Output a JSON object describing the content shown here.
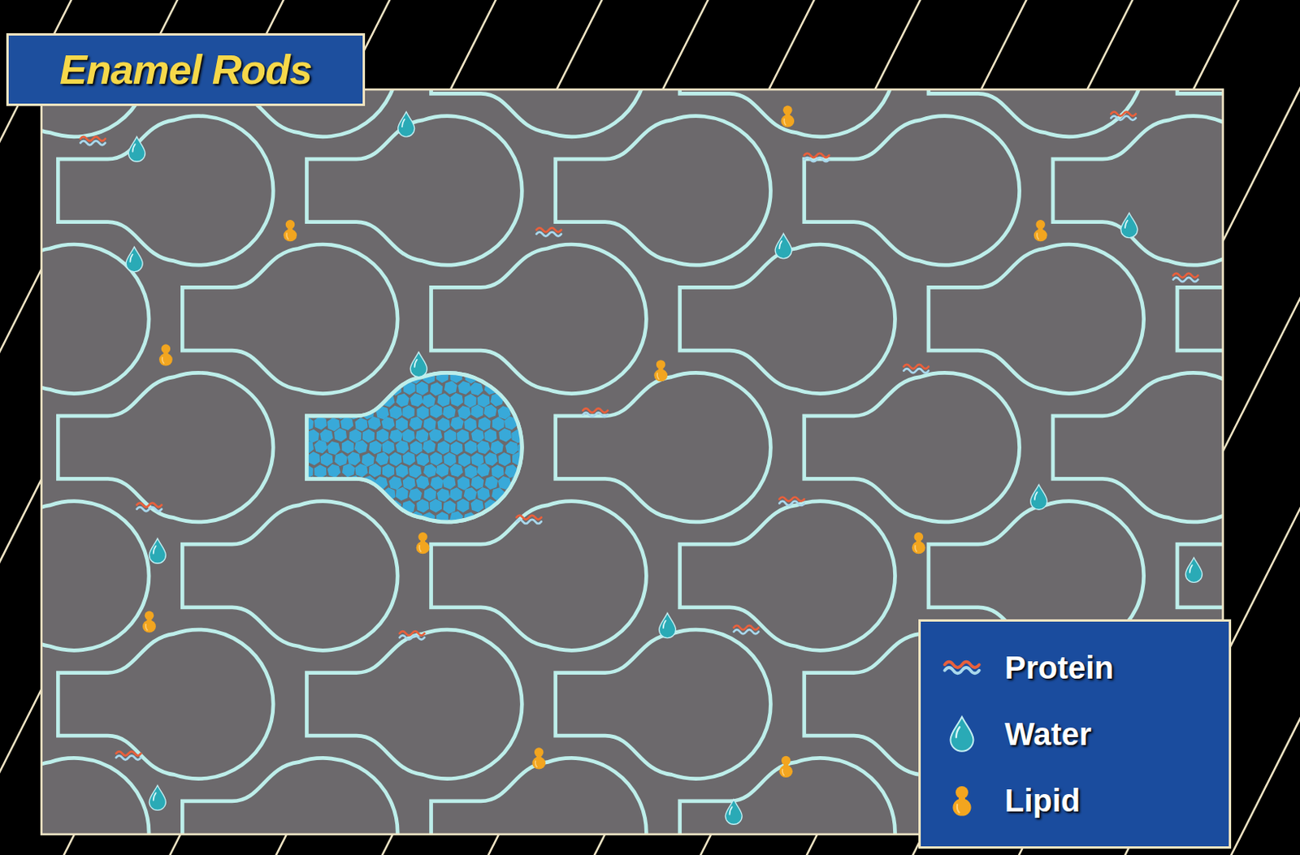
{
  "diagram": {
    "title": "Enamel Rods",
    "legend": [
      {
        "text": "Protein"
      },
      {
        "text": "Water"
      },
      {
        "text": "Lipid"
      }
    ]
  }
}
